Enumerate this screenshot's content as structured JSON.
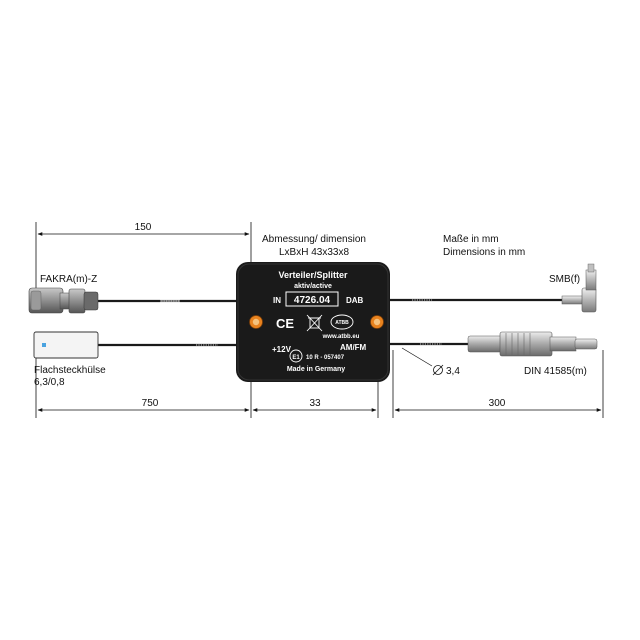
{
  "dimensions": {
    "left_cable_top": "150",
    "left_cable_bottom": "750",
    "housing_width": "33",
    "right_cable": "300"
  },
  "header": {
    "abmessung": "Abmessung/ dimension",
    "lbh": "LxBxH 43x33x8",
    "masse_de": "Maße in mm",
    "masse_en": "Dimensions in mm"
  },
  "connectors": {
    "fakra": "FAKRA(m)-Z",
    "flach_1": "Flachsteckhülse",
    "flach_2": "6,3/0,8",
    "smb": "SMB(f)",
    "din": "DIN 41585(m)",
    "cable_diameter": "3,4"
  },
  "housing": {
    "title": "Verteiler/Splitter",
    "subtitle": "aktiv/active",
    "in": "IN",
    "part_number": "4726.04",
    "dab": "DAB",
    "ce": "CE",
    "atbb": "ATBB",
    "website": "www.atbb.eu",
    "power": "+12V",
    "amfm": "AM/FM",
    "e_mark": "E1",
    "approval": "10 R - 057407",
    "made_in": "Made in Germany"
  },
  "colors": {
    "housing": "#1a1a1a",
    "screw": "#e8821e",
    "line": "#111111"
  }
}
